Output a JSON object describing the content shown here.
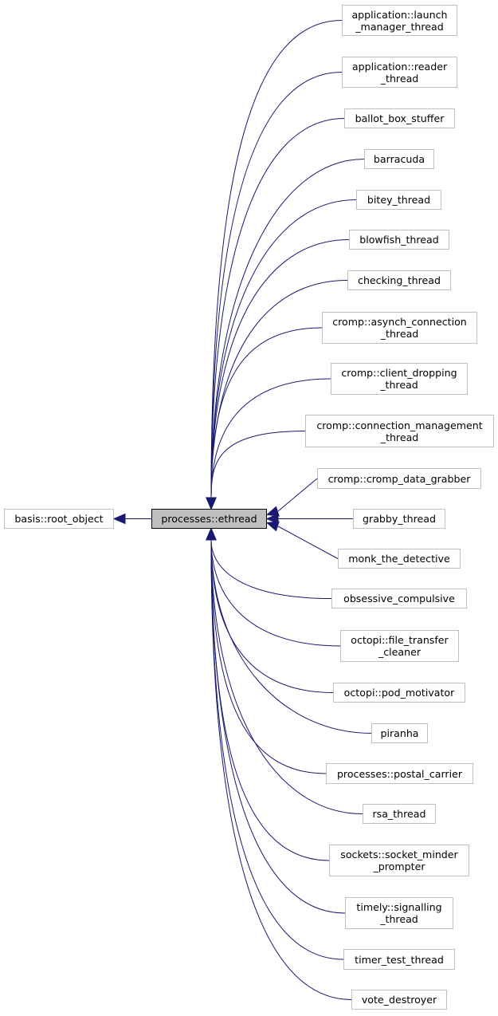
{
  "graph": {
    "base": "basis::root_object",
    "current": "processes::ethread",
    "edge_color": "#191970",
    "derived": [
      "application::launch\n_manager_thread",
      "application::reader\n_thread",
      "ballot_box_stuffer",
      "barracuda",
      "bitey_thread",
      "blowfish_thread",
      "checking_thread",
      "cromp::asynch_connection\n_thread",
      "cromp::client_dropping\n_thread",
      "cromp::connection_management\n_thread",
      "cromp::cromp_data_grabber",
      "grabby_thread",
      "monk_the_detective",
      "obsessive_compulsive",
      "octopi::file_transfer\n_cleaner",
      "octopi::pod_motivator",
      "piranha",
      "processes::postal_carrier",
      "rsa_thread",
      "sockets::socket_minder\n_prompter",
      "timely::signalling\n_thread",
      "timer_test_thread",
      "vote_destroyer"
    ]
  }
}
